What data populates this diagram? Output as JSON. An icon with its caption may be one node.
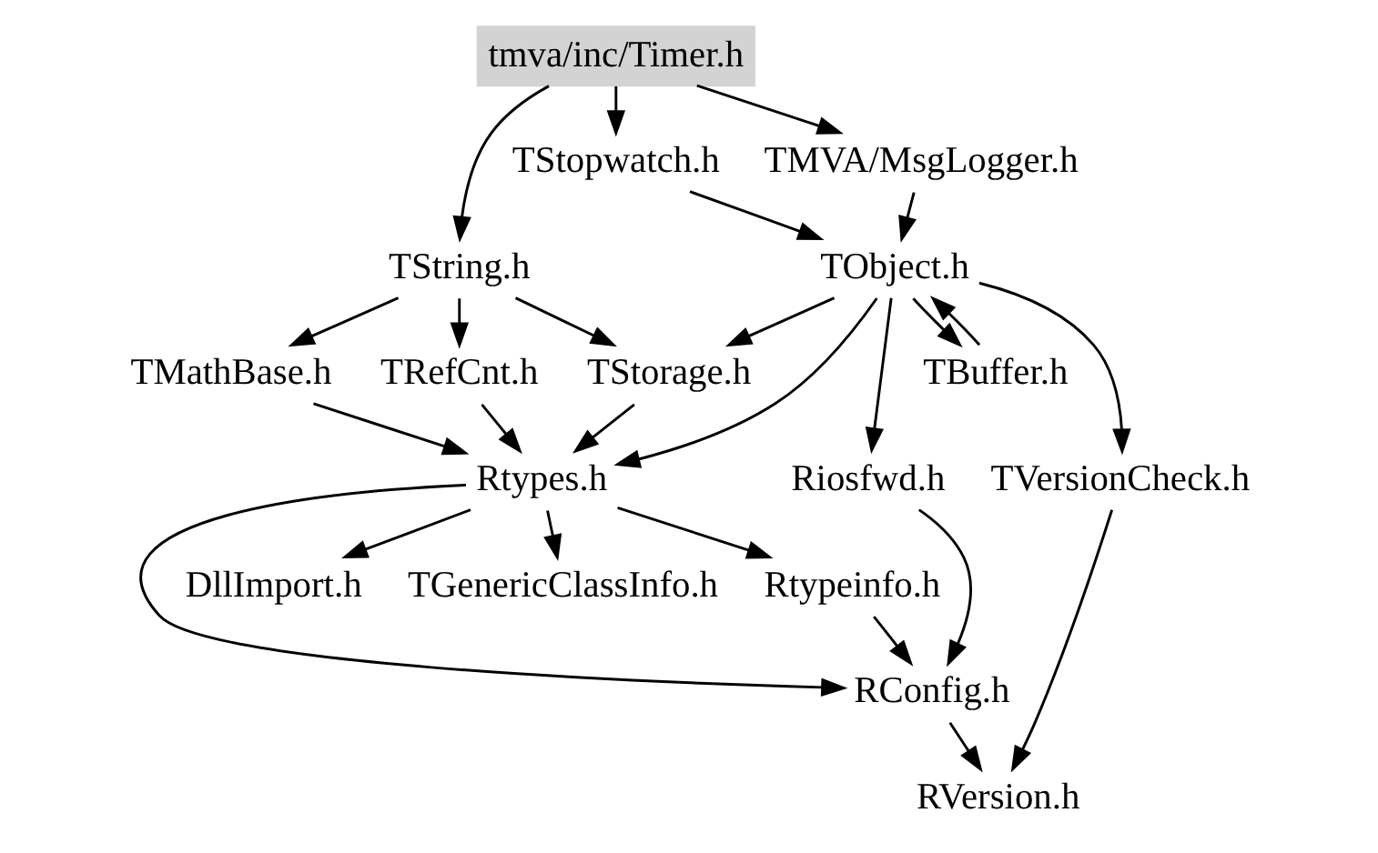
{
  "diagram": {
    "nodes": [
      {
        "text": [
          "tmva/inc/Timer.h"
        ]
      },
      {
        "text": [
          "TString.h"
        ]
      },
      {
        "text": [
          "TMVA/MsgLogger.h"
        ]
      },
      {
        "text": [
          "TStopwatch.h"
        ]
      },
      {
        "text": [
          "TObject.h"
        ]
      },
      {
        "text": [
          "TRefCnt.h"
        ]
      },
      {
        "text": [
          "TMathBase.h"
        ]
      },
      {
        "text": [
          "TStorage.h"
        ]
      },
      {
        "text": [
          "Riosfwd.h"
        ]
      },
      {
        "text": [
          "TBuffer.h"
        ]
      },
      {
        "text": [
          "Rtypes.h"
        ]
      },
      {
        "text": [
          "TVersionCheck.h"
        ]
      },
      {
        "text": [
          "DllImport.h"
        ]
      },
      {
        "text": [
          "TGenericClassInfo.h"
        ]
      },
      {
        "text": [
          "Rtypeinfo.h"
        ]
      },
      {
        "text": [
          "RConfig.h"
        ]
      },
      {
        "text": [
          "RVersion.h"
        ]
      }
    ],
    "edges": [
      {
        "from": 0,
        "to": 1,
        "arrow": "to"
      },
      {
        "from": 0,
        "to": 2,
        "arrow": "to"
      },
      {
        "from": 0,
        "to": 3,
        "arrow": "to"
      },
      {
        "from": 2,
        "to": 4,
        "arrow": "to"
      },
      {
        "from": 3,
        "to": 4,
        "arrow": "to"
      },
      {
        "from": 1,
        "to": 5,
        "arrow": "to"
      },
      {
        "from": 1,
        "to": 6,
        "arrow": "to"
      },
      {
        "from": 1,
        "to": 7,
        "arrow": "to"
      },
      {
        "from": 4,
        "to": 7,
        "arrow": "to"
      },
      {
        "from": 4,
        "to": 8,
        "arrow": "to"
      },
      {
        "from": 4,
        "to": 9,
        "arrow": "to"
      },
      {
        "from": 9,
        "to": 4,
        "arrow": "to"
      },
      {
        "from": 4,
        "to": 10,
        "arrow": "to"
      },
      {
        "from": 4,
        "to": 11,
        "arrow": "to"
      },
      {
        "from": 5,
        "to": 10,
        "arrow": "to"
      },
      {
        "from": 6,
        "to": 10,
        "arrow": "to"
      },
      {
        "from": 7,
        "to": 10,
        "arrow": "to"
      },
      {
        "from": 8,
        "to": 15,
        "arrow": "to"
      },
      {
        "from": 10,
        "to": 12,
        "arrow": "to"
      },
      {
        "from": 10,
        "to": 13,
        "arrow": "to"
      },
      {
        "from": 10,
        "to": 14,
        "arrow": "to"
      },
      {
        "from": 10,
        "to": 15,
        "arrow": "to"
      },
      {
        "from": 14,
        "to": 15,
        "arrow": "to"
      },
      {
        "from": 11,
        "to": 16,
        "arrow": "to"
      },
      {
        "from": 15,
        "to": 16,
        "arrow": "to"
      }
    ]
  }
}
